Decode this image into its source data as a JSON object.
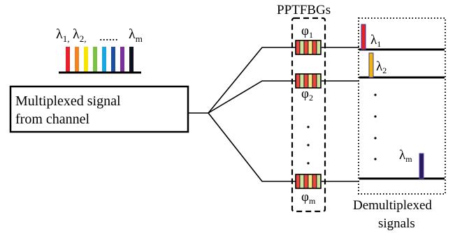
{
  "title": "PPTFBGs",
  "input": {
    "label_line1": "Multiplexed signal",
    "label_line2": "from channel",
    "wavelengths": {
      "first": "λ",
      "first_sub": "1,",
      "second": "λ",
      "second_sub": "2,",
      "dots": "......",
      "last": "λ",
      "last_sub": "m"
    }
  },
  "gratings": [
    {
      "phase_symbol": "φ",
      "phase_sub": "1"
    },
    {
      "phase_symbol": "φ",
      "phase_sub": "2"
    },
    {
      "phase_symbol": "φ",
      "phase_sub": "m"
    }
  ],
  "outputs": [
    {
      "lambda": "λ",
      "sub": "1",
      "color": "#e8202a"
    },
    {
      "lambda": "λ",
      "sub": "2",
      "color": "#f2b705"
    },
    {
      "lambda": "λ",
      "sub": "m",
      "color": "#2a1858"
    }
  ],
  "output_label_line1": "Demultiplexed",
  "output_label_line2": "signals",
  "colors": {
    "spectrum": [
      "#e8202a",
      "#f5821f",
      "#f6e500",
      "#7cc242",
      "#1aa7e0",
      "#1d4fa0",
      "#7b2f98",
      "#101020"
    ],
    "grating_cells": [
      "#e8473f",
      "#c9e5a0",
      "#e8473f",
      "#f2eb88",
      "#e8473f",
      "#c9e5a0"
    ]
  }
}
